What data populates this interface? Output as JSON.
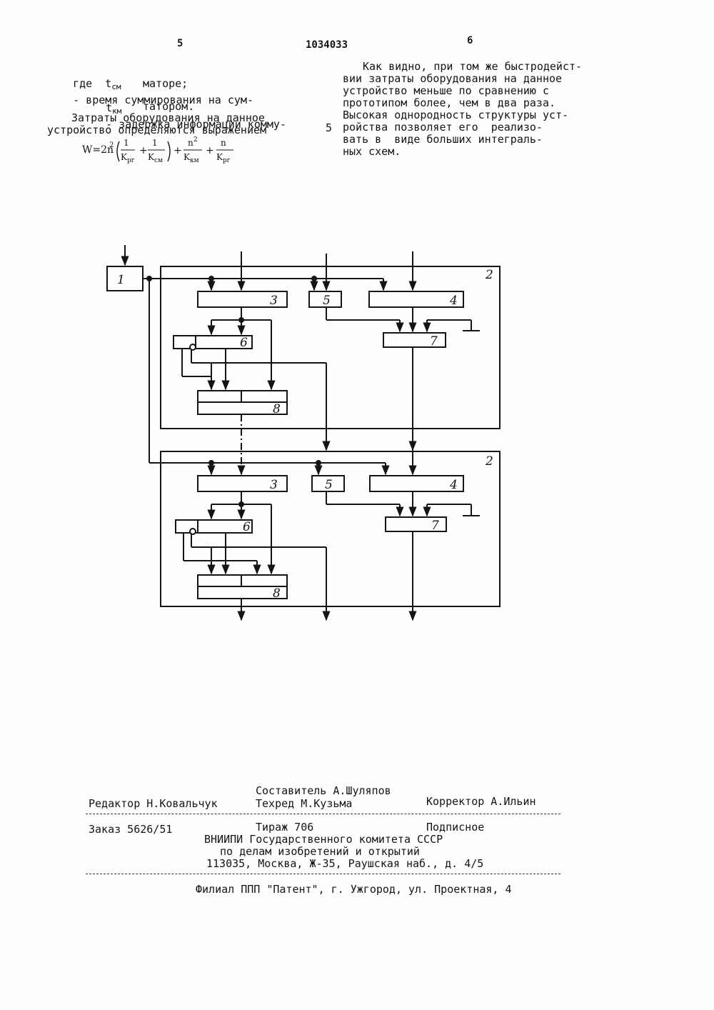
{
  "header": {
    "page_left": "5",
    "patent_number": "1034033",
    "page_right": "6"
  },
  "left_column": {
    "where1": "где  t",
    "where1_sub": "см",
    "where1_def": "- время суммирования на сум-",
    "where1_cont": "маторе;",
    "where2": "t",
    "where2_sub": "км",
    "where2_def": "- задержка информации комму-",
    "where2_cont": "татором.",
    "cost_line1": "Затраты оборудования на данное",
    "cost_line2": "устройство определяются выражением",
    "formula": "W=2n²(1/K_рг + 1/K_см) + n²/K_км + n/K_рг"
  },
  "line_marker": "5",
  "right_column": {
    "l1": "Как видно, при том же быстродейст-",
    "l2": "вии затраты оборудования на данное",
    "l3": "устройство меньше по сравнению с",
    "l4": "прототипом более, чем в два раза.",
    "l5": "Высокая однородность структуры уст-",
    "l6": "ройства позволяет его  реализо-",
    "l7": "вать в  виде больших интеграль-",
    "l8": "ных схем."
  },
  "diagram": {
    "input_block": "1",
    "module_label": "2",
    "blocks": [
      "3",
      "4",
      "5",
      "6",
      "7",
      "8"
    ]
  },
  "footer": {
    "compiler": "Составитель А.Шуляпов",
    "editor": "Редактор Н.Ковальчук",
    "techred": "Техред М.Кузьма",
    "corrector": "Корректор А.Ильин",
    "order": "Заказ 5626/51",
    "tirazh": "Тираж 706",
    "subscription": "Подписное",
    "org1": "ВНИИПИ Государственного комитета СССР",
    "org2": "по делам изобретений и открытий",
    "org3": "113035, Москва, Ж-35, Раушская наб., д. 4/5",
    "branch": "Филиал ППП \"Патент\", г. Ужгород, ул. Проектная, 4"
  }
}
